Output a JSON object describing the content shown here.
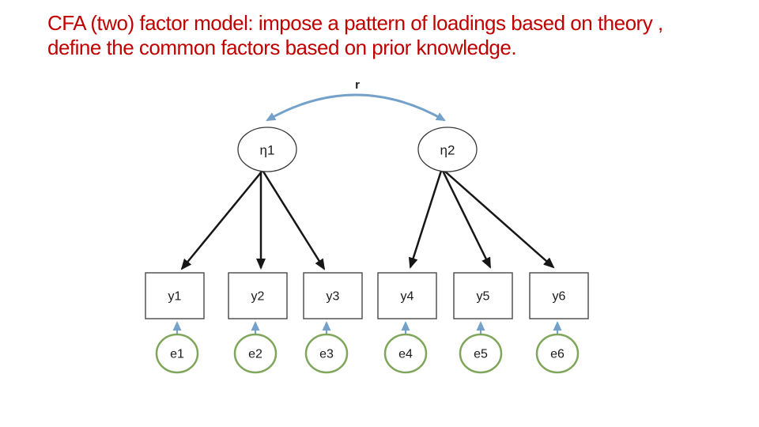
{
  "slide": {
    "title_line1": "CFA (two) factor model: impose a pattern of loadings based on theory ,",
    "title_line2": "define the common factors based on prior knowledge.",
    "title_color": "#c00000"
  },
  "diagram": {
    "type": "cfa-two-factor-path-diagram",
    "correlation": {
      "label": "r",
      "from": "η1",
      "to": "η2",
      "style": "curved-double-headed-arrow"
    },
    "factors": [
      {
        "label": "η1",
        "indicators": [
          "y1",
          "y2",
          "y3"
        ]
      },
      {
        "label": "η2",
        "indicators": [
          "y4",
          "y5",
          "y6"
        ]
      }
    ],
    "indicators": [
      {
        "label": "y1"
      },
      {
        "label": "y2"
      },
      {
        "label": "y3"
      },
      {
        "label": "y4"
      },
      {
        "label": "y5"
      },
      {
        "label": "y6"
      }
    ],
    "errors": [
      {
        "label": "e1",
        "points_to": "y1"
      },
      {
        "label": "e2",
        "points_to": "y2"
      },
      {
        "label": "e3",
        "points_to": "y3"
      },
      {
        "label": "e4",
        "points_to": "y4"
      },
      {
        "label": "e5",
        "points_to": "y5"
      },
      {
        "label": "e6",
        "points_to": "y6"
      }
    ],
    "colors": {
      "correlation_arrow": "#74a1c9",
      "error_arrow": "#74a1c9",
      "loading_arrow": "#161616",
      "error_circle_border": "#7fa65a",
      "node_border": "#3a3a3a"
    }
  }
}
